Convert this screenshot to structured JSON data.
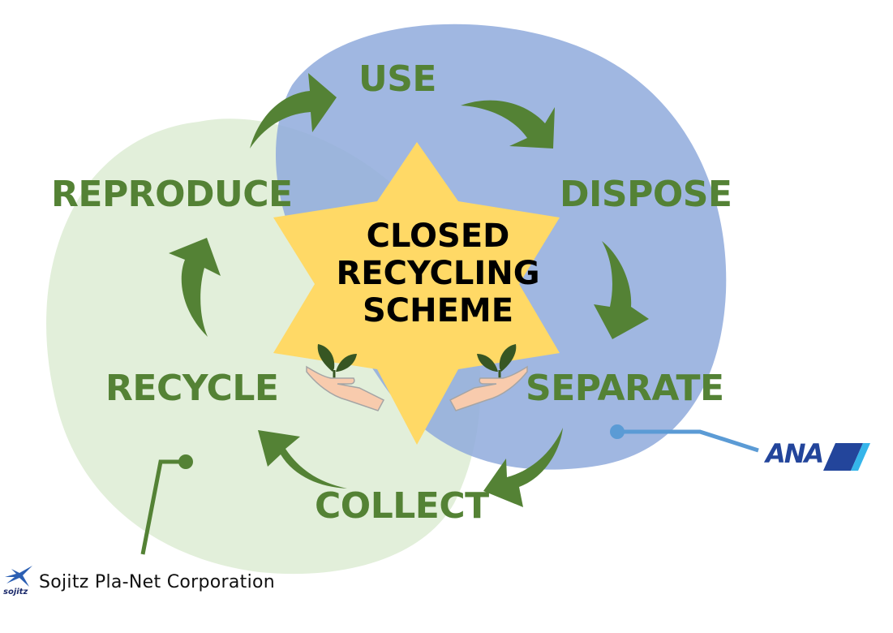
{
  "diagram": {
    "title_lines": [
      "CLOSED",
      "RECYCLING",
      "SCHEME"
    ],
    "steps": [
      {
        "id": "use",
        "label": "USE"
      },
      {
        "id": "dispose",
        "label": "DISPOSE"
      },
      {
        "id": "separate",
        "label": "SEPARATE"
      },
      {
        "id": "collect",
        "label": "COLLECT"
      },
      {
        "id": "recycle",
        "label": "RECYCLE"
      },
      {
        "id": "reproduce",
        "label": "REPRODUCE"
      }
    ],
    "flow": [
      "USE",
      "DISPOSE",
      "SEPARATE",
      "COLLECT",
      "RECYCLE",
      "REPRODUCE",
      "USE"
    ],
    "partners": [
      {
        "id": "ana",
        "name": "ANA",
        "region": "blue",
        "covers": [
          "USE",
          "DISPOSE",
          "SEPARATE"
        ]
      },
      {
        "id": "sojitz",
        "name": "Sojitz Pla-Net Corporation",
        "logo_mark_text": "sojitz",
        "region": "green",
        "covers": [
          "COLLECT",
          "RECYCLE",
          "REPRODUCE"
        ]
      }
    ],
    "icons": [
      "sprout-in-hand-icon",
      "sprout-in-hand-icon"
    ],
    "colors": {
      "step_text": "#548235",
      "arrow": "#548235",
      "blue_region": "#8FAADC",
      "green_region": "#E2EFDA",
      "star": "#FFD966",
      "ana_connector": "#5B9BD5",
      "sojitz_connector": "#548235",
      "ana_blue": "#23459B",
      "ana_light_blue": "#35B5EA"
    }
  }
}
